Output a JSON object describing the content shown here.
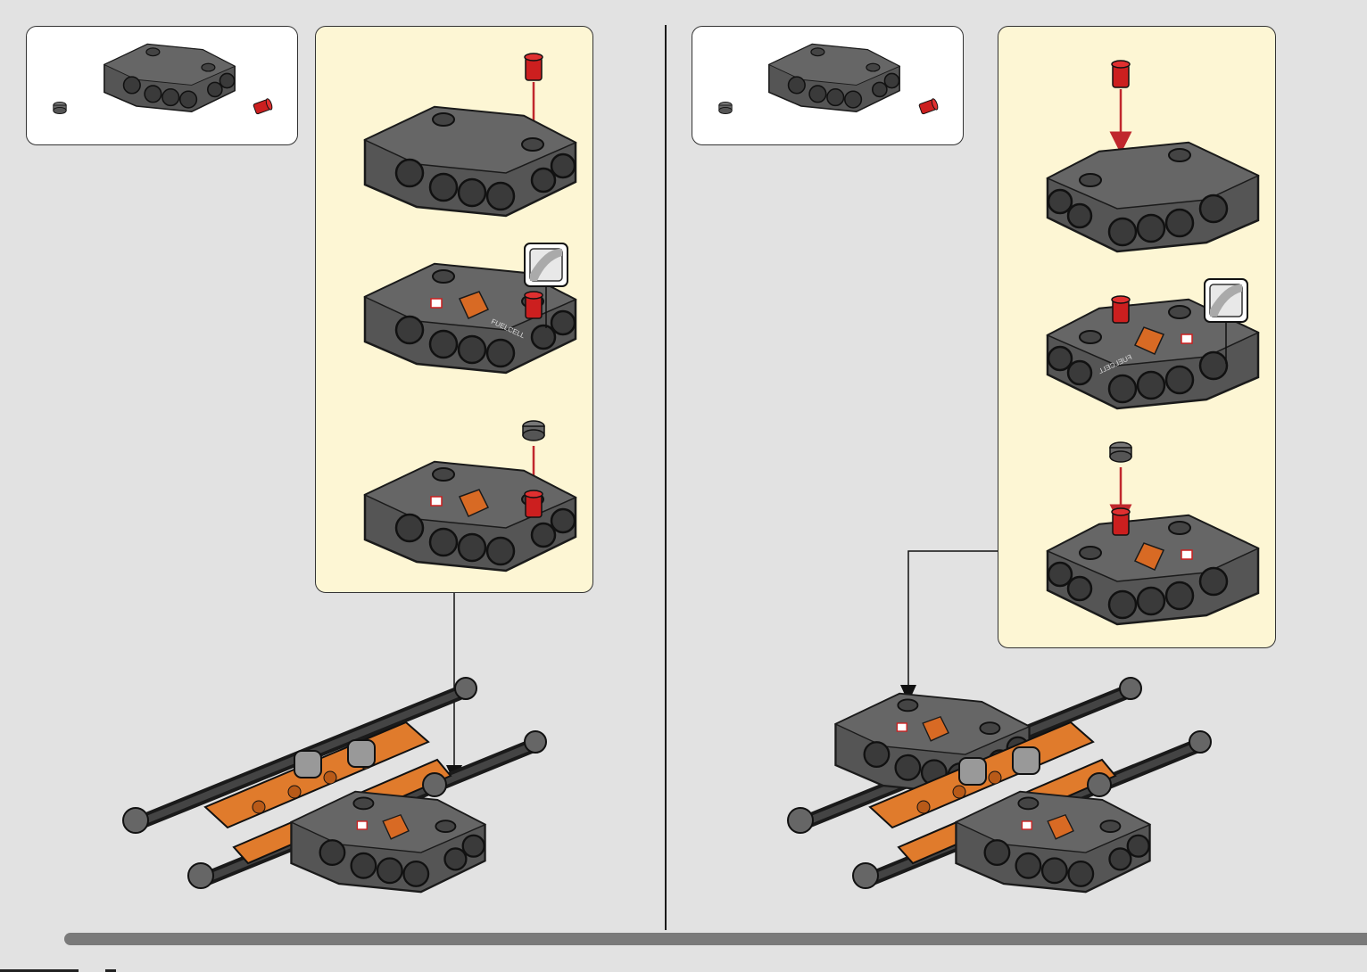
{
  "steps": [
    {
      "parts": [
        {
          "icon": "axle-stopper-gray-icon"
        },
        {
          "icon": "panel-dark-gray-icon"
        },
        {
          "icon": "pin-red-icon"
        }
      ],
      "sticker_label": "FUELCELL"
    },
    {
      "parts": [
        {
          "icon": "axle-stopper-gray-icon"
        },
        {
          "icon": "panel-dark-gray-icon"
        },
        {
          "icon": "pin-red-icon"
        }
      ],
      "sticker_label": "FUELCELL"
    }
  ],
  "colors": {
    "background": "#e2e2e2",
    "subassembly_bg": "#fdf6d4",
    "panel_gray": "#5a5a5a",
    "beam_orange": "#e07b2c",
    "pin_red": "#cc1f1f",
    "arrow_red": "#c0272d"
  },
  "progress": 0.95
}
